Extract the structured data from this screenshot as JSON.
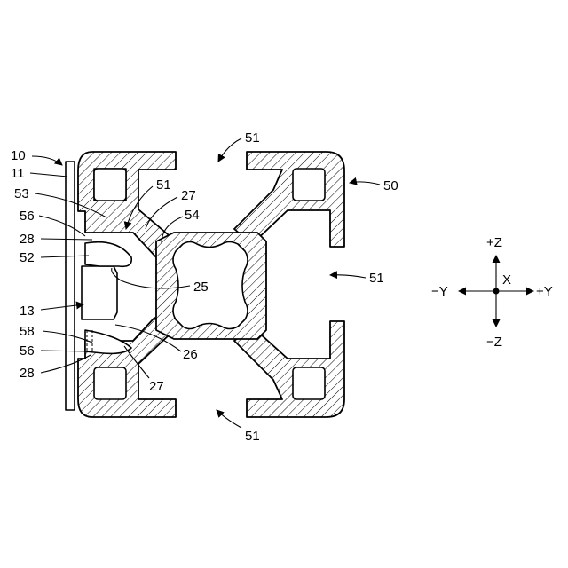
{
  "labels": {
    "l10": "10",
    "l11": "11",
    "l53": "53",
    "l56a": "56",
    "l28a": "28",
    "l52": "52",
    "l13": "13",
    "l58": "58",
    "l56b": "56",
    "l28b": "28",
    "l51_top": "51",
    "l51_inner": "51",
    "l27a": "27",
    "l54": "54",
    "l50": "50",
    "l51_right": "51",
    "l25": "25",
    "l26": "26",
    "l27b": "27",
    "l51_bottom": "51"
  },
  "axes": {
    "plus_z": "+Z",
    "minus_z": "−Z",
    "minus_y": "−Y",
    "plus_y": "+Y",
    "x": "X"
  }
}
